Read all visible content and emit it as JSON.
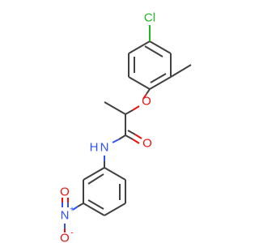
{
  "molecule": {
    "atoms": {
      "cl": "Cl",
      "o_ether": "O",
      "o_carbonyl": "O",
      "n_amide": "N",
      "h_amide": "H",
      "n_nitro": "N",
      "o_nitro_top": "O",
      "o_nitro_bottom": "O",
      "nitro_positive": "+",
      "nitro_negative": "-"
    },
    "colors": {
      "bond": "#404040",
      "oxygen": "#e8130f",
      "nitrogen": "#3050f8",
      "chlorine": "#1fb81f"
    }
  }
}
